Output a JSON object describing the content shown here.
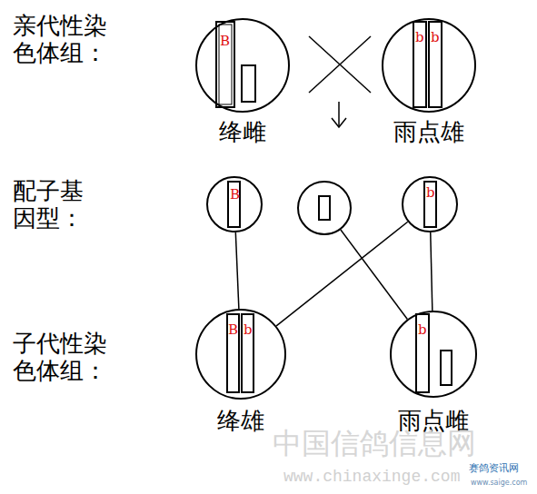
{
  "diagram": {
    "nodes": [
      {
        "text": [
          "B",
          "绛雌"
        ]
      },
      {
        "text": [
          "b",
          "b",
          "雨点雄"
        ]
      },
      {
        "text": [
          "B"
        ]
      },
      {
        "text": []
      },
      {
        "text": [
          "b"
        ]
      },
      {
        "text": [
          "B",
          "b",
          "绛雄"
        ]
      },
      {
        "text": [
          "b",
          "雨点雌"
        ]
      }
    ],
    "edges": [
      {
        "from": 2,
        "to": 5,
        "arrow": "none"
      },
      {
        "from": 4,
        "to": 5,
        "arrow": "none"
      },
      {
        "from": 3,
        "to": 6,
        "arrow": "none"
      },
      {
        "from": 4,
        "to": 6,
        "arrow": "none"
      }
    ],
    "labels": [
      "亲代性染 色体组：",
      "配子基 因型：",
      "子代性染 色体组：",
      "中国信鸽信息网",
      "www.chinaxinge.com",
      "赛鸽资讯网",
      "www.saige.com"
    ]
  }
}
